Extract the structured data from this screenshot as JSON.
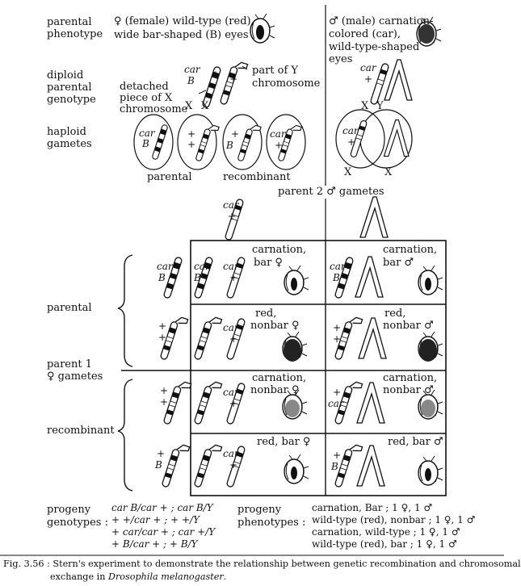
{
  "rows": {
    "parental_phenotype": "parental phenotype",
    "diploid_parental_genotype": "diploid parental genotype",
    "haploid_gametes": "haploid gametes"
  },
  "female_parent": {
    "symbol": "♀",
    "description_line1": "♀ (female) wild-type (red),",
    "description_line2": "wide bar-shaped (B) eyes"
  },
  "male_parent": {
    "description_line1": "♂ (male) carnation-",
    "description_line2": "colored (car),",
    "description_line3": "wild-type-shaped",
    "description_line4": "eyes"
  },
  "annotations": {
    "detached_x_line1": "detached",
    "detached_x_line2": "piece of X",
    "detached_x_line3": "chromosome",
    "part_of_y_line1": "part of Y",
    "part_of_y_line2": "chromosome"
  },
  "markers": {
    "car": "car",
    "B": "B",
    "plus": "+",
    "X": "X",
    "Y": "Y"
  },
  "gamete_types": {
    "parental": "parental",
    "recombinant": "recombinant"
  },
  "parent2_gametes": "parent 2 ♂ gametes",
  "parent1_gametes_line1": "parent 1",
  "parent1_gametes_line2": "♀ gametes",
  "left_groups": {
    "parental": "parental",
    "recombinant": "recombinant"
  },
  "offspring": [
    {
      "female_label_line1": "carnation,",
      "female_label_line2": "bar ♀",
      "male_label_line1": "carnation,",
      "male_label_line2": "bar ♂"
    },
    {
      "female_label_line1": "red,",
      "female_label_line2": "nonbar ♀",
      "male_label_line1": "red,",
      "male_label_line2": "nonbar ♂"
    },
    {
      "female_label_line1": "carnation,",
      "female_label_line2": "nonbar ♀",
      "male_label_line1": "carnation,",
      "male_label_line2": "nonbar ♂"
    },
    {
      "female_label_line1": "red, bar ♀",
      "female_label_line2": "",
      "male_label_line1": "red, bar ♂",
      "male_label_line2": ""
    }
  ],
  "progeny_genotypes": {
    "label_line1": "progeny",
    "label_line2": "genotypes :",
    "rows": [
      "car B/car + ; car B/Y",
      "+  +/car + ;  +  +/Y",
      "+ car/car + ; car +/Y",
      "+  B/car + ;  + B/Y"
    ]
  },
  "progeny_phenotypes": {
    "label_line1": "progeny",
    "label_line2": "phenotypes :",
    "rows": [
      "carnation, Bar ; 1 ♀, 1 ♂",
      "wild-type (red), nonbar ; 1 ♀, 1 ♂",
      "carnation, wild-type ; 1 ♀, 1 ♂",
      "wild-type (red), bar ; 1 ♀, 1 ♂"
    ]
  },
  "caption": {
    "line1": "Fig. 3.56 : Stern's experiment to demonstrate the relationship between genetic recombination and chromosomal",
    "line2_prefix": "exchange in ",
    "line2_species": "Drosophila melanogaster",
    "line2_suffix": "."
  }
}
